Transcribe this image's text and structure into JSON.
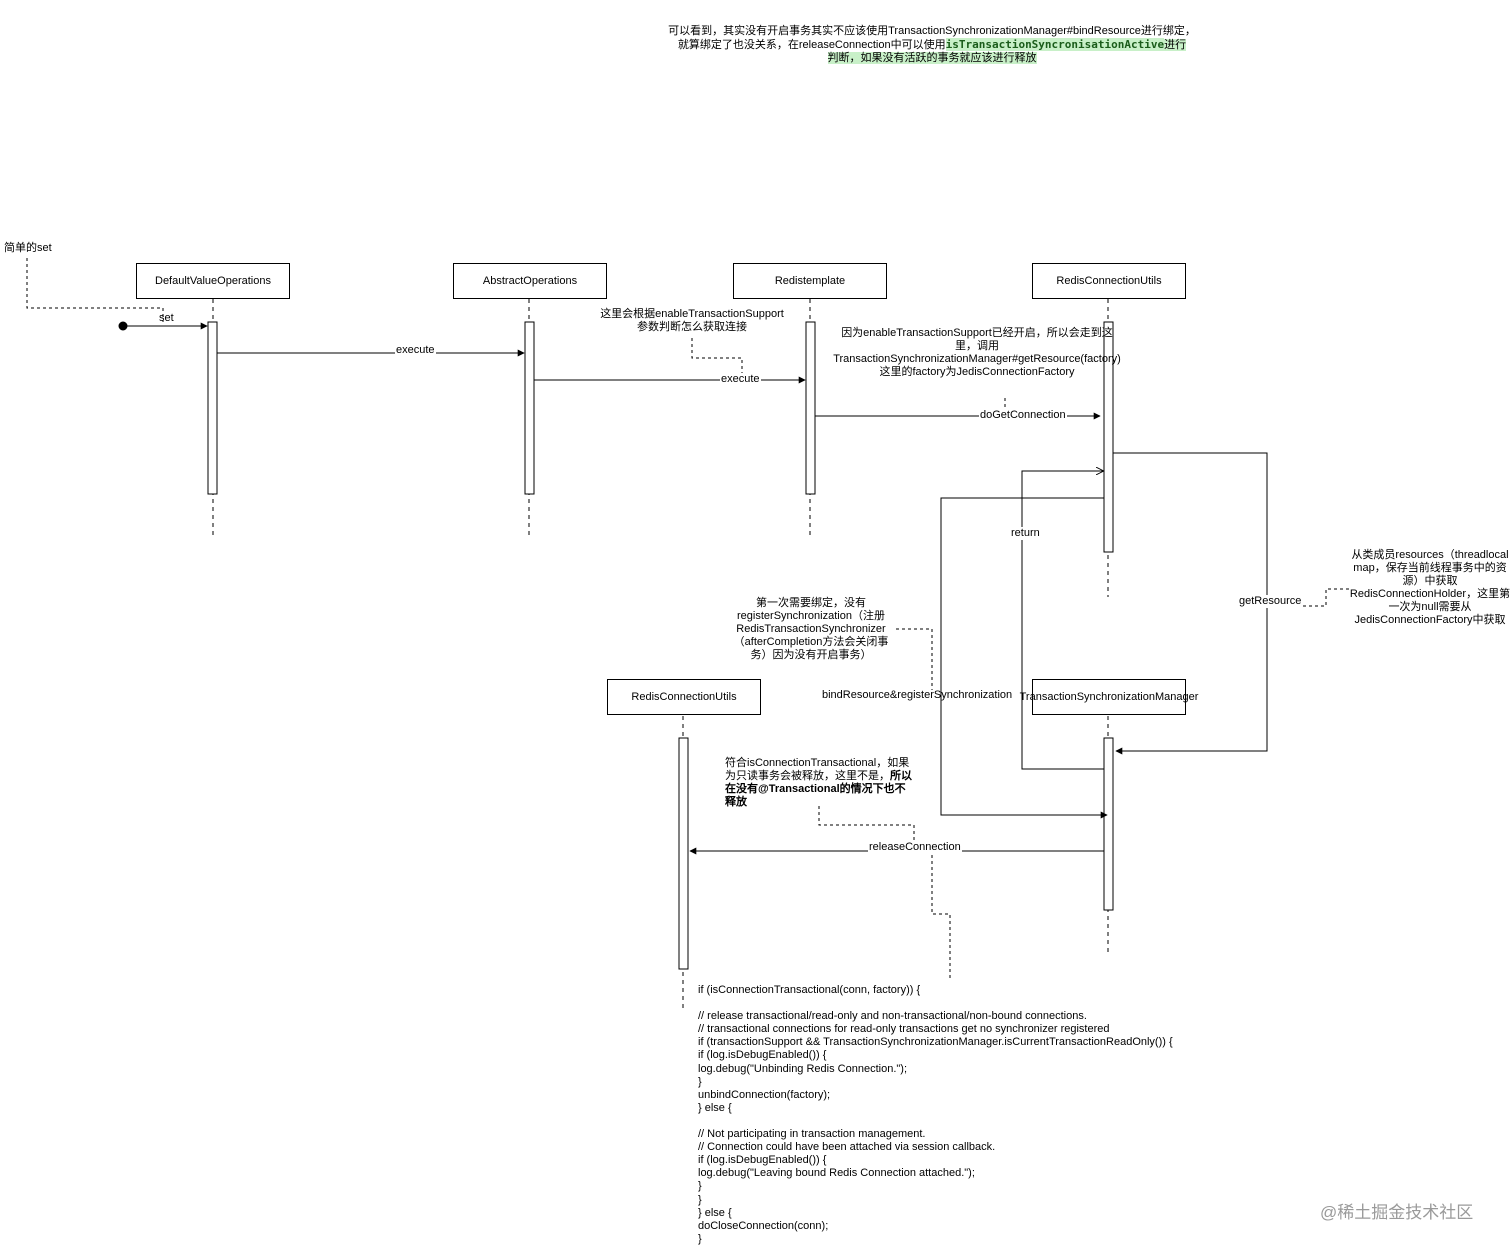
{
  "top_note": {
    "line1": "可以看到，其实没有开启事务其实不应该使用TransactionSynchronizationManager#bindResource进行绑定，",
    "line2_prefix": "就算绑定了也没关系，在releaseConnection中可以使用",
    "line2_code": "isTransactionSyncronisationActive",
    "line2_suffix": "进行",
    "line3": "判断，如果没有活跃的事务就应该进行释放"
  },
  "simple_set_label": "简单的set",
  "participants": {
    "default_value_operations": "DefaultValueOperations",
    "abstract_operations": "AbstractOperations",
    "redis_template": "Redistemplate",
    "redis_connection_utils_top": "RedisConnectionUtils",
    "redis_connection_utils_bottom": "RedisConnectionUtils",
    "transaction_sync_manager": "TransactionSynchronizationManager"
  },
  "messages": {
    "set": "set",
    "execute1": "execute",
    "execute2": "execute",
    "do_get_connection": "doGetConnection",
    "return": "return",
    "get_resource": "getResource",
    "bind_resource": "bindResource&registerSynchronization",
    "release_connection": "releaseConnection"
  },
  "notes": {
    "enable_tx_support": "这里会根据enableTransactionSupport\n参数判断怎么获取连接",
    "factory_note": "因为enableTransactionSupport已经开启，所以会走到这\n里，调用\nTransactionSynchronizationManager#getResource(factory)\n这里的factory为JedisConnectionFactory",
    "resources_note": "从类成员resources（threadlocal\nmap，保存当前线程事务中的资\n源）中获取\nRedisConnectionHolder，这里第\n一次为null需要从\nJedisConnectionFactory中获取",
    "first_bind_note": "第一次需要绑定，没有\nregisterSynchronization（注册\nRedisTransactionSynchronizer\n（afterCompletion方法会关闭事\n务）因为没有开启事务）",
    "is_conn_tx_line1": "符合isConnectionTransactional，如果",
    "is_conn_tx_line2_plain": "为只读事务会被释放，这里不是，",
    "is_conn_tx_line2_bold": "所以",
    "is_conn_tx_line3_bold": "在没有@Transactional的情况下也不",
    "is_conn_tx_line4_bold": "释放"
  },
  "code_snippet": "if (isConnectionTransactional(conn, factory)) {\n\n// release transactional/read-only and non-transactional/non-bound connections.\n// transactional connections for read-only transactions get no synchronizer registered\nif (transactionSupport && TransactionSynchronizationManager.isCurrentTransactionReadOnly()) {\nif (log.isDebugEnabled()) {\nlog.debug(\"Unbinding Redis Connection.\");\n}\nunbindConnection(factory);\n} else {\n\n// Not participating in transaction management.\n// Connection could have been attached via session callback.\nif (log.isDebugEnabled()) {\nlog.debug(\"Leaving bound Redis Connection attached.\");\n}\n}\n} else {\ndoCloseConnection(conn);\n}",
  "watermark": "@稀土掘金技术社区"
}
